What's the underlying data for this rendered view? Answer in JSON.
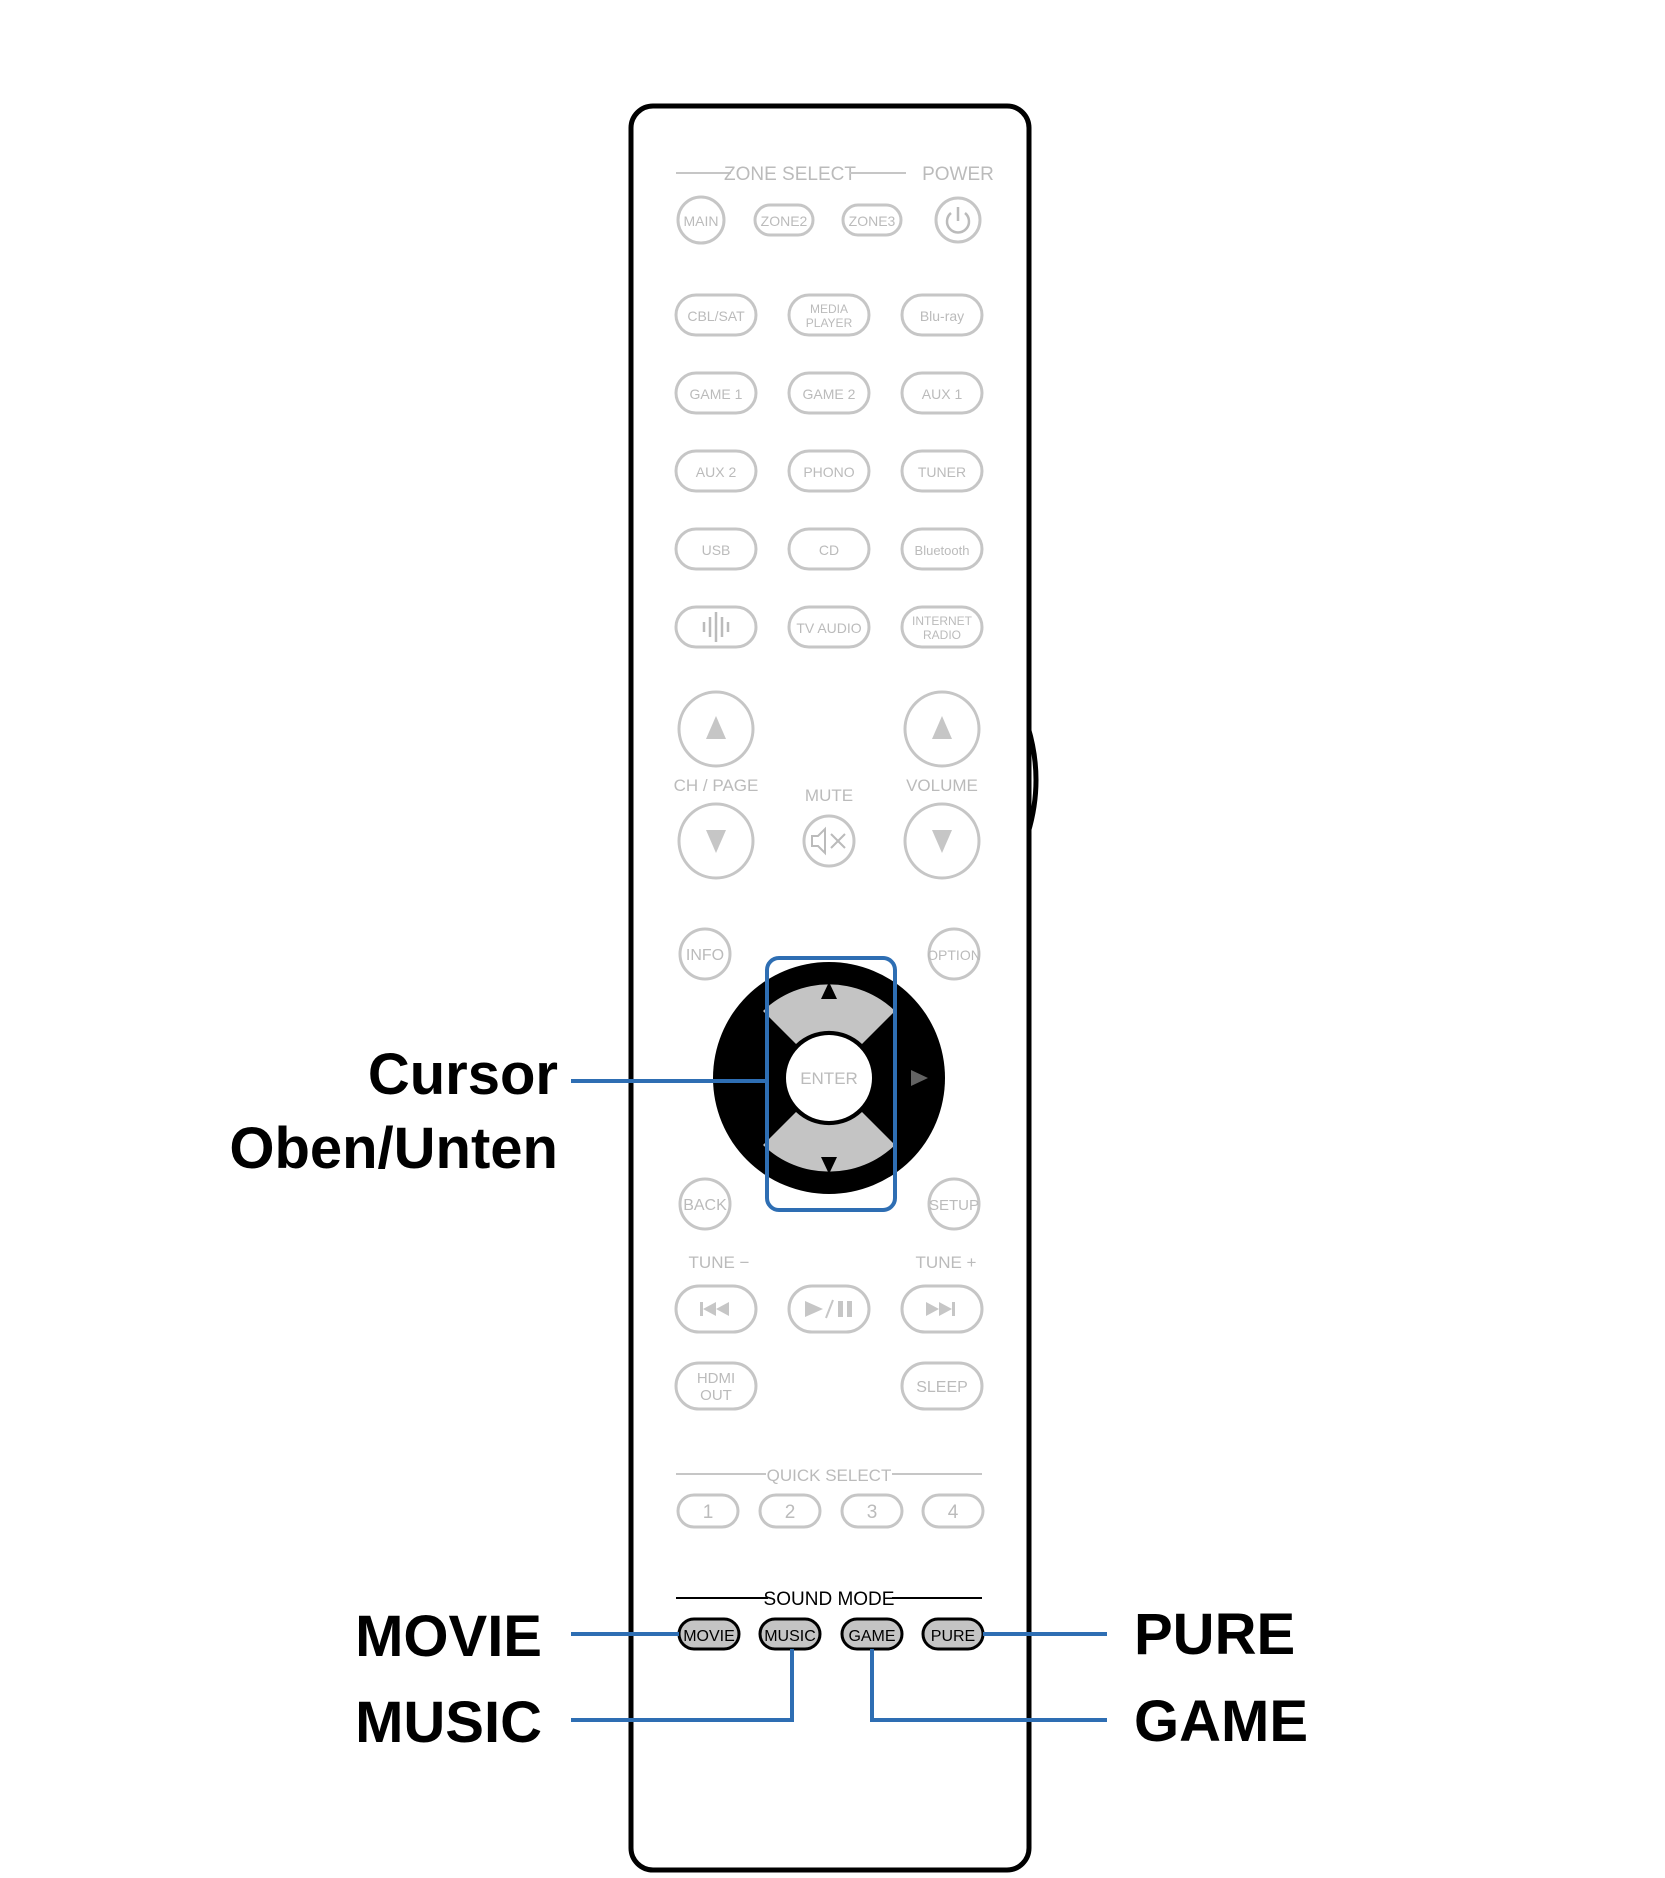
{
  "labels": {
    "cursor_line1": "Cursor",
    "cursor_line2": "Oben/Unten",
    "movie": "MOVIE",
    "music": "MUSIC",
    "pure": "PURE",
    "game": "GAME"
  },
  "remote": {
    "zone_select": "ZONE SELECT",
    "power": "POWER",
    "zone_buttons": [
      "MAIN",
      "ZONE2",
      "ZONE3"
    ],
    "input_rows": [
      [
        "CBL/SAT",
        "MEDIA PLAYER",
        "Blu-ray"
      ],
      [
        "GAME 1",
        "GAME 2",
        "AUX 1"
      ],
      [
        "AUX 2",
        "PHONO",
        "TUNER"
      ],
      [
        "USB",
        "CD",
        "Bluetooth"
      ],
      [
        "",
        "TV AUDIO",
        "INTERNET RADIO"
      ]
    ],
    "media_player_l1": "MEDIA",
    "media_player_l2": "PLAYER",
    "internet_radio_l1": "INTERNET",
    "internet_radio_l2": "RADIO",
    "ch_page": "CH / PAGE",
    "mute": "MUTE",
    "volume": "VOLUME",
    "info": "INFO",
    "option": "OPTION",
    "enter": "ENTER",
    "back": "BACK",
    "setup": "SETUP",
    "tune_minus": "TUNE −",
    "tune_plus": "TUNE +",
    "hdmi_out_l1": "HDMI",
    "hdmi_out_l2": "OUT",
    "sleep": "SLEEP",
    "quick_select": "QUICK SELECT",
    "quick_buttons": [
      "1",
      "2",
      "3",
      "4"
    ],
    "sound_mode": "SOUND MODE",
    "sound_mode_buttons": [
      "MOVIE",
      "MUSIC",
      "GAME",
      "PURE"
    ]
  },
  "colors": {
    "callout": "#2e6eb3",
    "faded_button": "#c6c6c6",
    "highlight_button": "#c4c4c4"
  }
}
